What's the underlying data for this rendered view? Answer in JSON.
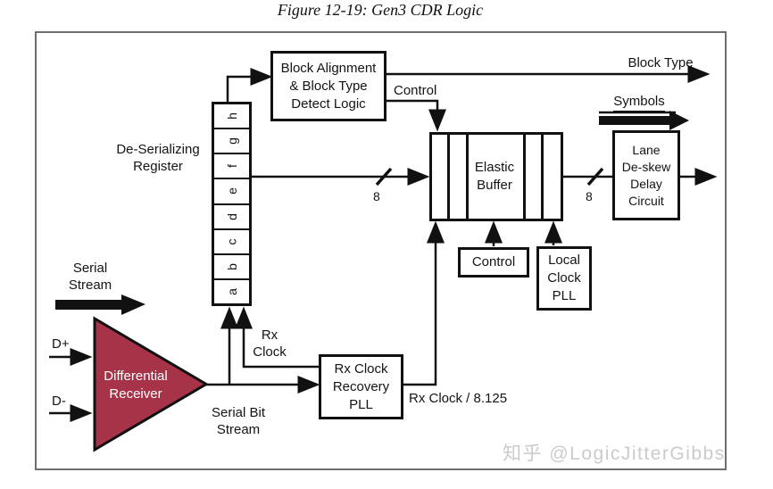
{
  "title": "Figure 12-19: Gen3 CDR Logic",
  "watermark": "知乎 @LogicJitterGibbs",
  "colors": {
    "receiver_fill": "#A73349",
    "line": "#111111",
    "watermark_gray": "#cbcbcb"
  },
  "blocks": {
    "block_align": {
      "lines": [
        "Block Alignment",
        "& Block Type",
        "Detect Logic"
      ]
    },
    "deserializing_register_label": {
      "lines": [
        "De-Serializing",
        "Register"
      ]
    },
    "register_cells": [
      "h",
      "g",
      "f",
      "e",
      "d",
      "c",
      "b",
      "a"
    ],
    "elastic_buffer": {
      "lines": [
        "Elastic",
        "Buffer"
      ]
    },
    "lane_deskew": {
      "lines": [
        "Lane",
        "De-skew",
        "Delay",
        "Circuit"
      ]
    },
    "control_box": {
      "label": "Control"
    },
    "local_clock_pll": {
      "lines": [
        "Local",
        "Clock",
        "PLL"
      ]
    },
    "rx_clock_recovery_pll": {
      "lines": [
        "Rx Clock",
        "Recovery",
        "PLL"
      ]
    },
    "differential_receiver": {
      "lines": [
        "Differential",
        "Receiver"
      ]
    }
  },
  "labels": {
    "block_type": "Block Type",
    "symbols": "Symbols",
    "control": "Control",
    "serial_stream": {
      "lines": [
        "Serial",
        "Stream"
      ]
    },
    "d_plus": "D+",
    "d_minus": "D-",
    "serial_bit_stream": {
      "lines": [
        "Serial Bit",
        "Stream"
      ]
    },
    "rx_clock": {
      "lines": [
        "Rx",
        "Clock"
      ]
    },
    "rx_clock_div": "Rx Clock / 8.125",
    "bus_width_left": "8",
    "bus_width_right": "8"
  }
}
